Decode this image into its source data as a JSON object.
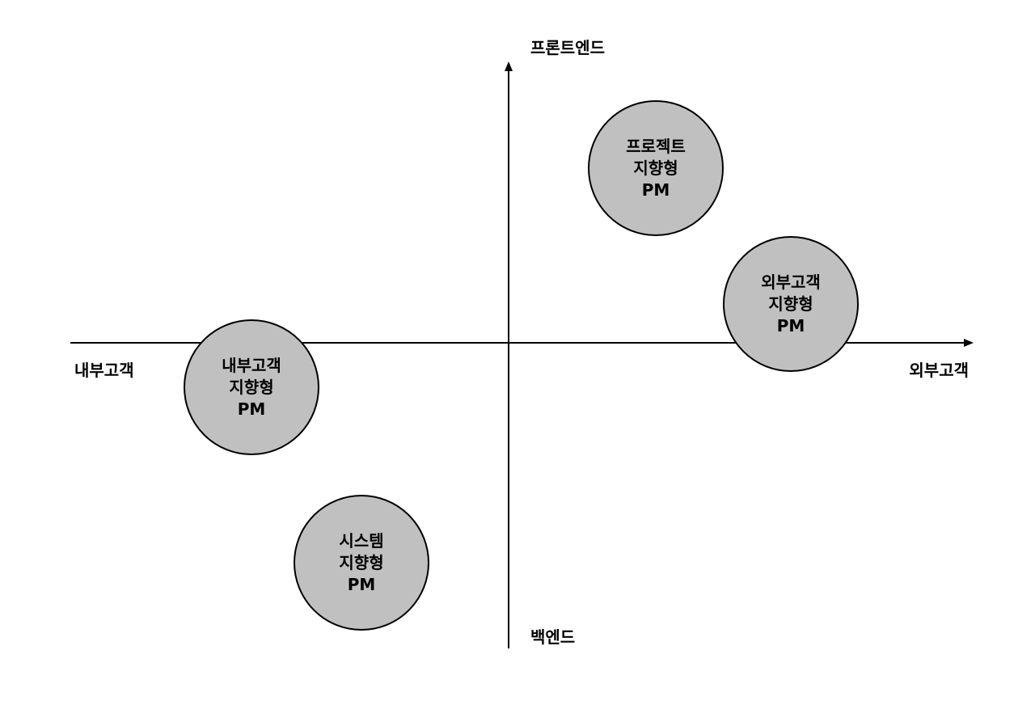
{
  "axes": {
    "top": "프론트엔드",
    "bottom": "백엔드",
    "left": "내부고객",
    "right": "외부고객"
  },
  "colors": {
    "circle_fill": "#c0c0c0",
    "circle_stroke": "#000000",
    "axis": "#000000"
  },
  "circles": [
    {
      "id": "project",
      "lines": [
        "프로젝트",
        "지향형",
        "PM"
      ]
    },
    {
      "id": "external",
      "lines": [
        "외부고객",
        "지향형",
        "PM"
      ]
    },
    {
      "id": "internal",
      "lines": [
        "내부고객",
        "지향형",
        "PM"
      ]
    },
    {
      "id": "system",
      "lines": [
        "시스템",
        "지향형",
        "PM"
      ]
    }
  ]
}
